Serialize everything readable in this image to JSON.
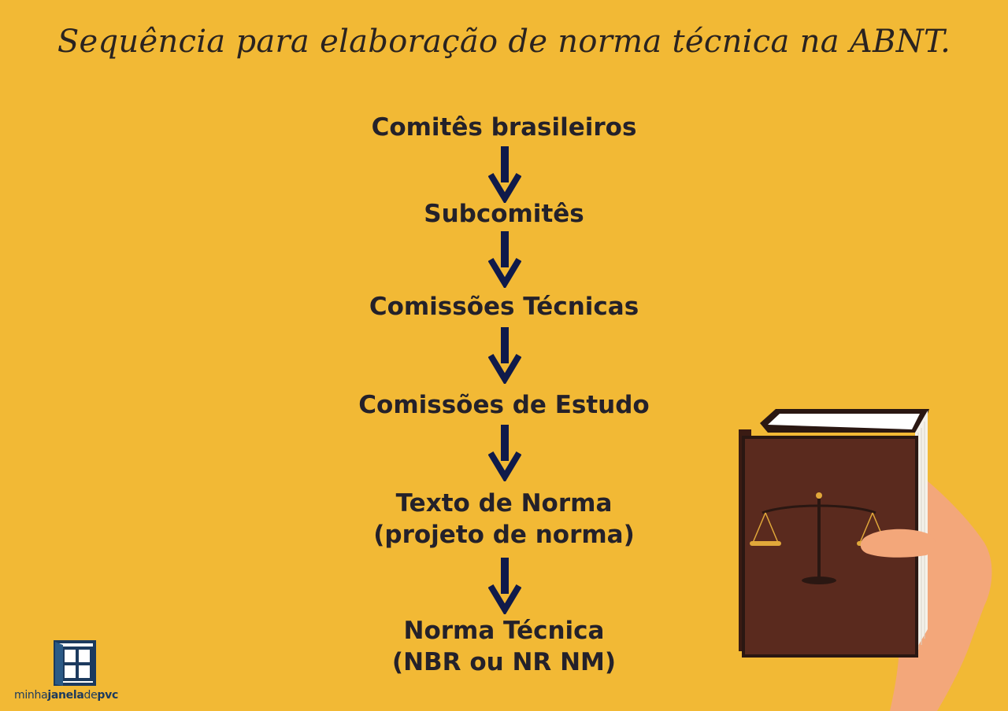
{
  "title": "Sequência para elaboração de norma técnica na ABNT.",
  "steps": [
    {
      "line1": "Comitês brasileiros",
      "line2": ""
    },
    {
      "line1": "Subcomitês",
      "line2": ""
    },
    {
      "line1": "Comissões Técnicas",
      "line2": ""
    },
    {
      "line1": "Comissões de Estudo",
      "line2": ""
    },
    {
      "line1": "Texto de Norma",
      "line2": "(projeto de norma)"
    },
    {
      "line1": "Norma Técnica",
      "line2": "(NBR ou NR NM)"
    }
  ],
  "logo": {
    "part1": "minha",
    "part2": "janela",
    "part3": "de",
    "part4": "pvc"
  },
  "colors": {
    "background": "#f2b935",
    "arrow": "#0f1a4a",
    "text": "#24212a",
    "book": "#5a2a1e"
  },
  "icons": {
    "arrow": "down-arrow-icon",
    "book": "law-book-icon",
    "logo": "window-icon"
  }
}
